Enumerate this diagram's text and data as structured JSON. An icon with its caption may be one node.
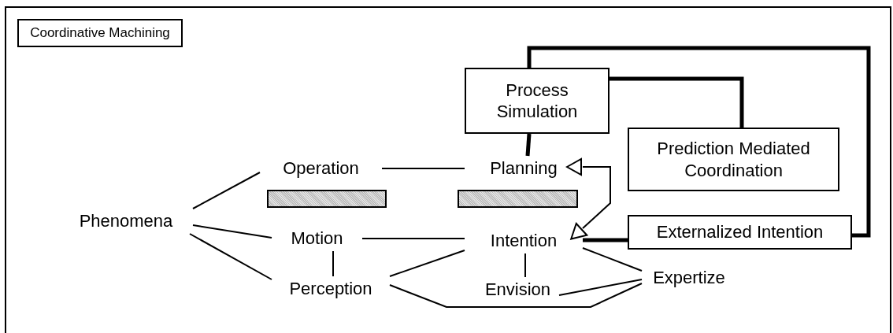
{
  "diagram": {
    "nodes": [
      {
        "text": [
          "Coordinative Machining"
        ]
      },
      {
        "text": [
          "Process Simulation"
        ]
      },
      {
        "text": [
          "Prediction Mediated Coordination"
        ]
      },
      {
        "text": [
          "Operation"
        ]
      },
      {
        "text": [
          "Planning"
        ]
      },
      {
        "text": [
          "Phenomena"
        ]
      },
      {
        "text": [
          "Motion"
        ]
      },
      {
        "text": [
          "Intention"
        ]
      },
      {
        "text": [
          "Externalized Intention"
        ]
      },
      {
        "text": [
          "Perception"
        ]
      },
      {
        "text": [
          "Envision"
        ]
      },
      {
        "text": [
          "Expertize"
        ]
      },
      {
        "text": [],
        "shape": "bar"
      },
      {
        "text": [],
        "shape": "bar"
      }
    ],
    "edges": [
      {
        "from": 5,
        "to": 3,
        "arrow": "none"
      },
      {
        "from": 5,
        "to": 6,
        "arrow": "none"
      },
      {
        "from": 5,
        "to": 9,
        "arrow": "none"
      },
      {
        "from": 3,
        "to": 4,
        "arrow": "none"
      },
      {
        "from": 6,
        "to": 7,
        "arrow": "none"
      },
      {
        "from": 6,
        "to": 9,
        "arrow": "none"
      },
      {
        "from": 9,
        "to": 7,
        "arrow": "none"
      },
      {
        "from": 7,
        "to": 10,
        "arrow": "none"
      },
      {
        "from": 10,
        "to": 11,
        "arrow": "none"
      },
      {
        "from": 7,
        "to": 11,
        "arrow": "none"
      },
      {
        "from": 9,
        "to": 11,
        "arrow": "none"
      },
      {
        "from": 1,
        "to": 4,
        "arrow": "none",
        "style": "thick"
      },
      {
        "from": 1,
        "to": 2,
        "arrow": "none",
        "style": "thick"
      },
      {
        "from": 1,
        "to": 8,
        "arrow": "none",
        "style": "thick"
      },
      {
        "from": 7,
        "to": 8,
        "arrow": "none",
        "style": "thick"
      },
      {
        "from": 4,
        "to": 7,
        "arrow": "both"
      }
    ]
  }
}
